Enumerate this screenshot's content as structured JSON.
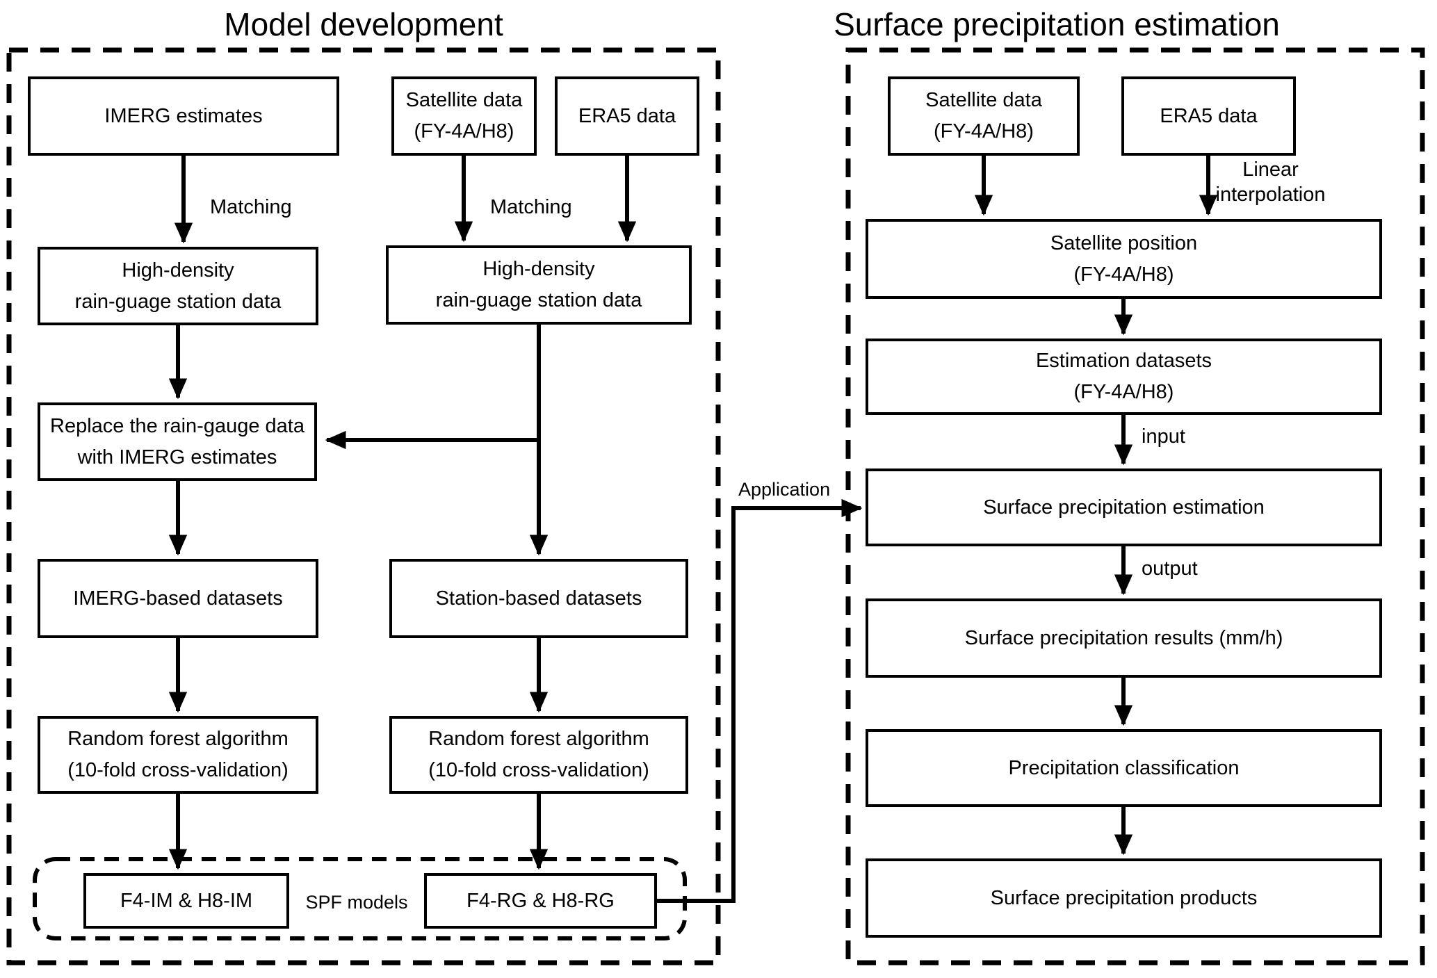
{
  "titles": {
    "left": "Model development",
    "right": "Surface precipitation estimation"
  },
  "model_dev": {
    "boxes": {
      "imerg_estimates": "IMERG estimates",
      "satellite_data": "Satellite data\n(FY-4A/H8)",
      "era5": "ERA5 data",
      "high_density_1": "High-density\nrain-guage station data",
      "high_density_2": "High-density\nrain-guage station data",
      "replace": "Replace the rain-gauge data\nwith IMERG estimates",
      "imerg_datasets": "IMERG-based datasets",
      "station_datasets": "Station-based datasets",
      "rf_1": "Random forest algorithm\n(10-fold cross-validation)",
      "rf_2": "Random forest algorithm\n(10-fold cross-validation)",
      "f4_im": "F4-IM & H8-IM",
      "f4_rg": "F4-RG & H8-RG"
    },
    "labels": {
      "matching_1": "Matching",
      "matching_2": "Matching",
      "spf_models": "SPF models"
    }
  },
  "estimation": {
    "boxes": {
      "satellite_data": "Satellite data\n(FY-4A/H8)",
      "era5": "ERA5 data",
      "satellite_position": "Satellite position\n(FY-4A/H8)",
      "estimation_datasets": "Estimation datasets\n(FY-4A/H8)",
      "spe": "Surface precipitation estimation",
      "results": "Surface precipitation results (mm/h)",
      "classification": "Precipitation classification",
      "products": "Surface precipitation products"
    },
    "labels": {
      "linear_interpolation": "Linear\ninterpolation",
      "input": "input",
      "output": "output"
    }
  },
  "connector_label": {
    "application": "Application"
  },
  "colors": {
    "ink": "#000000",
    "background": "#ffffff"
  }
}
